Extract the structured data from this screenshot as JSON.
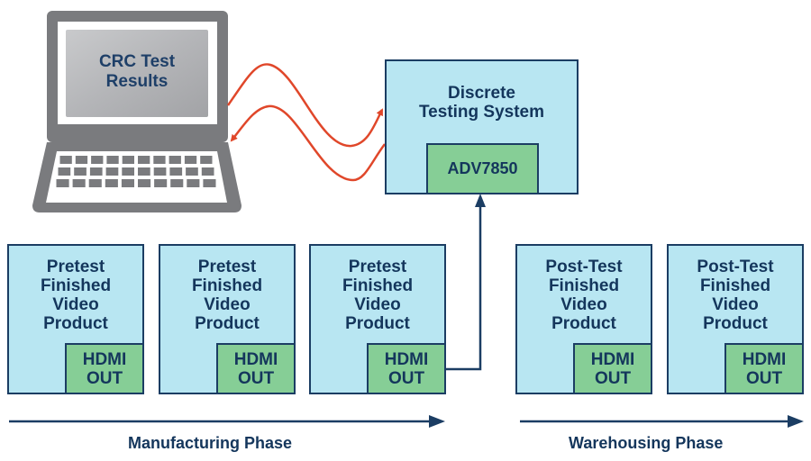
{
  "laptop": {
    "screen_text": "CRC Test\nResults",
    "keyboard_rows": 3,
    "keys_per_row": 10
  },
  "discrete_system": {
    "title": "Discrete\nTesting System",
    "chip_label": "ADV7850"
  },
  "products": [
    {
      "title": "Pretest\nFinished\nVideo\nProduct",
      "port": "HDMI\nOUT",
      "phase": "manufacturing"
    },
    {
      "title": "Pretest\nFinished\nVideo\nProduct",
      "port": "HDMI\nOUT",
      "phase": "manufacturing"
    },
    {
      "title": "Pretest\nFinished\nVideo\nProduct",
      "port": "HDMI\nOUT",
      "phase": "manufacturing"
    },
    {
      "title": "Post-Test\nFinished\nVideo\nProduct",
      "port": "HDMI\nOUT",
      "phase": "warehousing"
    },
    {
      "title": "Post-Test\nFinished\nVideo\nProduct",
      "port": "HDMI\nOUT",
      "phase": "warehousing"
    }
  ],
  "phases": {
    "manufacturing": "Manufacturing Phase",
    "warehousing": "Warehousing Phase"
  },
  "colors": {
    "box_fill": "#b8e6f2",
    "chip_fill": "#86ce96",
    "outline": "#1b3d63",
    "signal": "#e0472a",
    "laptop": "#7a7b7e"
  }
}
